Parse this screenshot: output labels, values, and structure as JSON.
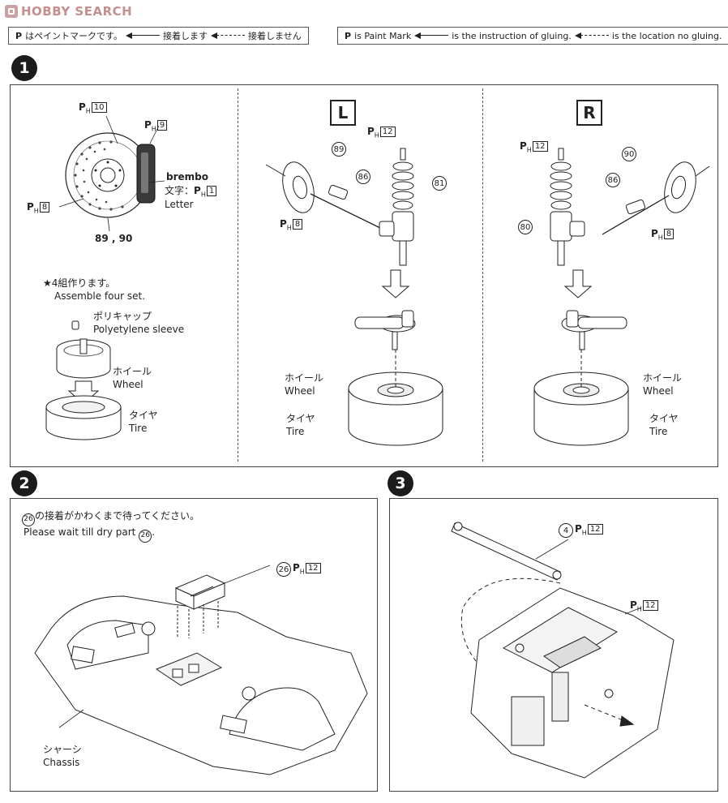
{
  "header": {
    "brand": "HOBBY SEARCH"
  },
  "legend_jp": {
    "paint": "はペイントマークです。",
    "glue": "接着します",
    "no_glue": "接着しません"
  },
  "legend_en": {
    "paint": "is Paint Mark",
    "glue": "is the instruction of gluing.",
    "no_glue": "is the location no gluing."
  },
  "symbols": {
    "paint": "P",
    "sub": "H"
  },
  "steps": [
    "1",
    "2",
    "3"
  ],
  "step1": {
    "brake": {
      "p10": "10",
      "p9": "9",
      "p8": "8",
      "brand": "brembo",
      "letter_jp": "文字：",
      "letter_code": "1",
      "letter_en": "Letter",
      "parts": "89 , 90"
    },
    "assemble": {
      "jp": "★4組作ります。",
      "en": "Assemble four set."
    },
    "sleeve": {
      "jp": "ポリキャップ",
      "en": "Polyetylene sleeve"
    },
    "wheel": {
      "jp": "ホイール",
      "en": "Wheel"
    },
    "tire": {
      "jp": "タイヤ",
      "en": "Tire"
    },
    "left": {
      "label": "L",
      "p12": "12",
      "p89": "89",
      "p86": "86",
      "p81": "81",
      "p8": "8"
    },
    "right": {
      "label": "R",
      "p12": "12",
      "p90": "90",
      "p86": "86",
      "p80": "80",
      "p8": "8"
    }
  },
  "step2": {
    "note_jp": "の接着がかわくまで待ってください。",
    "note_en": "Please wait till dry part",
    "part": "26",
    "pcode": "12",
    "chassis_jp": "シャーシ",
    "chassis_en": "Chassis"
  },
  "step3": {
    "part": "4",
    "pcode_a": "12",
    "pcode_b": "12"
  }
}
